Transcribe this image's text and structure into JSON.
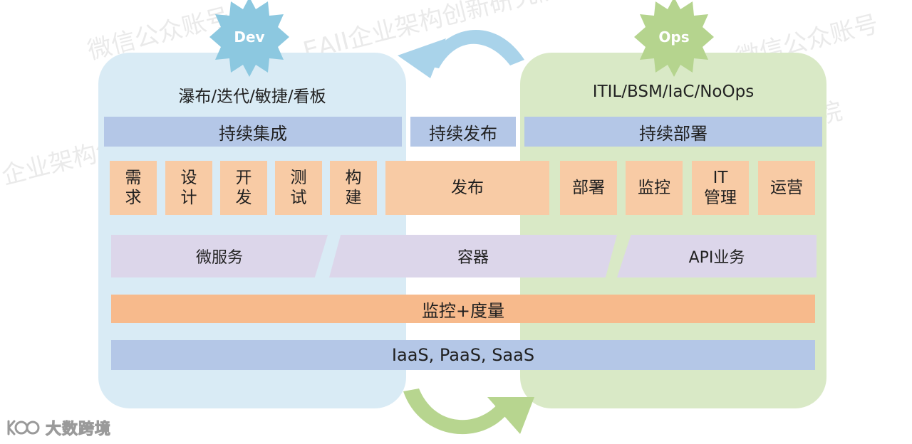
{
  "dev": {
    "badge": "Dev",
    "header": "瀑布/迭代/敏捷/看板",
    "stage": "持续集成",
    "activities": [
      "需\n求",
      "设\n计",
      "开\n发",
      "测\n试",
      "构\n建"
    ]
  },
  "release": {
    "stage": "持续发布",
    "activity": "发布"
  },
  "ops": {
    "badge": "Ops",
    "header": "ITIL/BSM/IaC/NoOps",
    "stage": "持续部署",
    "activities": [
      "部署",
      "监控",
      "IT\n管理",
      "运营"
    ]
  },
  "layers": {
    "microservices": "微服务",
    "containers": "容器",
    "api": "API业务",
    "monitoring": "监控+度量",
    "cloud": "IaaS, PaaS, SaaS"
  },
  "logo": {
    "text": "大数跨境"
  },
  "watermarks": [
    "微信公众账号",
    "EAII企业架构创新研究院",
    "企业架构创",
    "微信公众账号",
    "研究院"
  ],
  "colors": {
    "dev_panel": "#d9ebf5",
    "ops_panel": "#d9e9c6",
    "dev_badge": "#8cc8e0",
    "ops_badge": "#b5d48e",
    "stage_blue": "#b4c7e7",
    "activity_orange": "#f8cba5",
    "layer_lavender": "#dcd6ea"
  }
}
